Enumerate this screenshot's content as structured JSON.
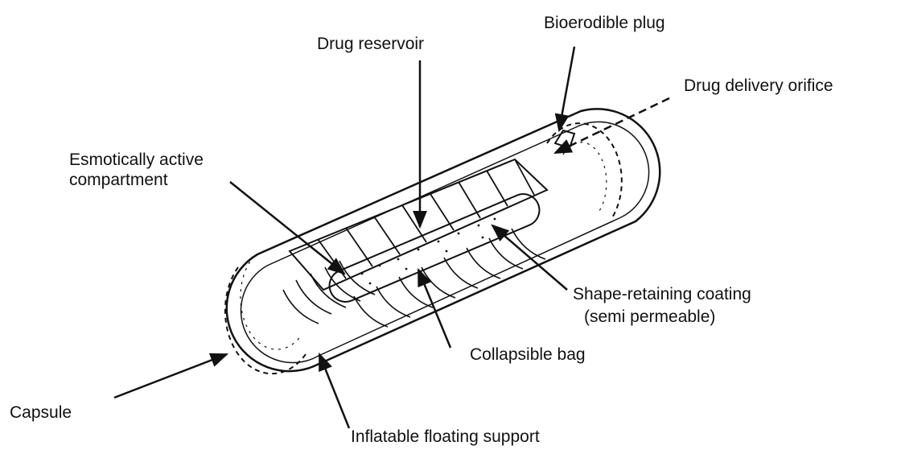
{
  "labels": {
    "bioerodible_plug": "Bioerodible plug",
    "drug_reservoir": "Drug reservoir",
    "drug_delivery_orifice": "Drug delivery orifice",
    "osmotic_line1": "Esmotically active",
    "osmotic_line2": "compartment",
    "shape_line1": "Shape-retaining coating",
    "shape_line2": "(semi permeable)",
    "collapsible_bag": "Collapsible bag",
    "capsule": "Capsule",
    "inflatable_support": "Inflatable floating support"
  }
}
